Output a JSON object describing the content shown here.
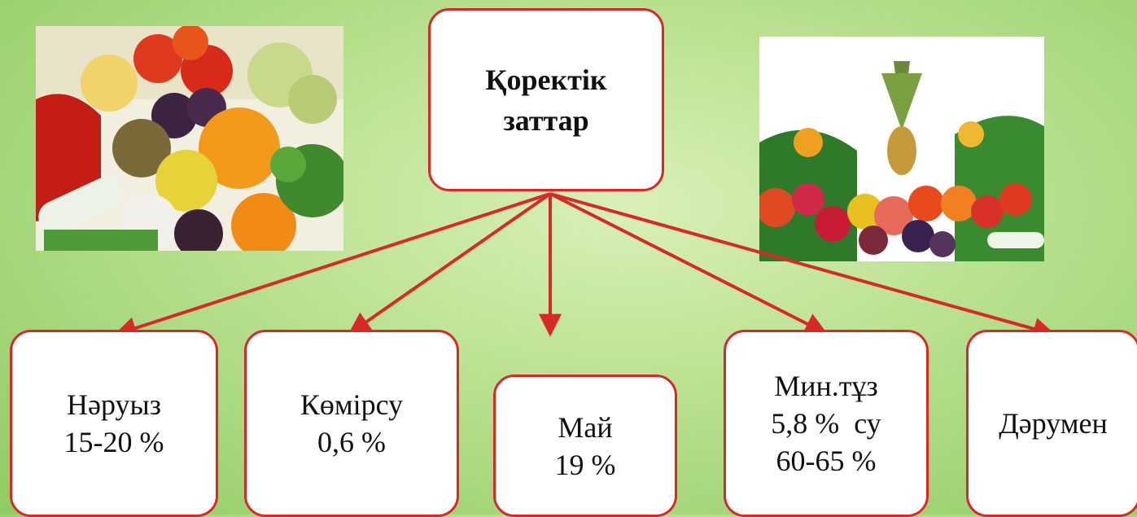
{
  "root": {
    "line1": "Қоректік",
    "line2": "заттар"
  },
  "children": [
    {
      "line1": "Нәруыз",
      "line2": "15-20 %"
    },
    {
      "line1": "Көмірсу",
      "line2": "0,6 %"
    },
    {
      "line1": "Май",
      "line2": "19 %"
    },
    {
      "line1": "Мин.тұз",
      "line2": "5,8 %  су",
      "line3": "60-65 %"
    },
    {
      "line1": "Дәрумен"
    }
  ],
  "colors": {
    "border": "#d8282a",
    "arrow": "#d8282a",
    "background": "#b8e08e"
  },
  "images": [
    "fruit-vegetable-photo-left",
    "fruit-vegetable-photo-right"
  ]
}
